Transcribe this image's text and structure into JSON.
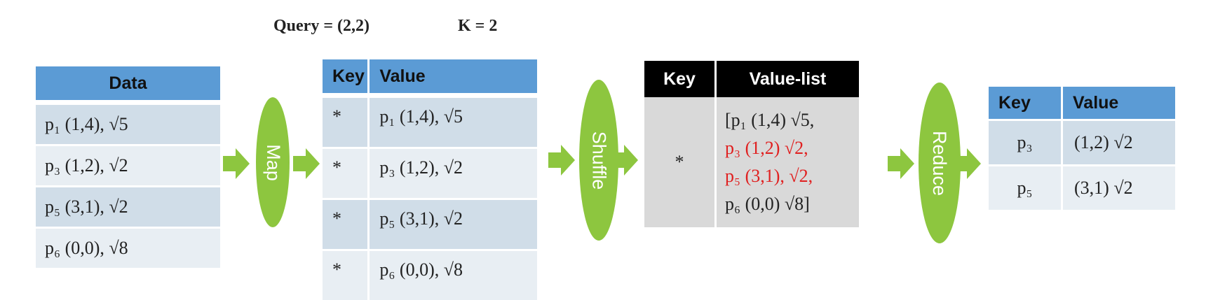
{
  "query": {
    "point": "Query = (2,2)",
    "k": "K = 2"
  },
  "data_table": {
    "header": "Data",
    "rows": [
      "p₁ (1,4), √5",
      "p₃ (1,2), √2",
      "p₅ (3,1), √2",
      "p₆ (0,0), √8"
    ]
  },
  "map": {
    "label": "Map"
  },
  "map_table": {
    "headers": [
      "Key",
      "Value"
    ],
    "rows": [
      {
        "key": "*",
        "value": "p₁ (1,4), √5"
      },
      {
        "key": "*",
        "value": "p₃ (1,2), √2"
      },
      {
        "key": "*",
        "value": "p₅ (3,1), √2"
      },
      {
        "key": "*",
        "value": "p₆ (0,0), √8"
      }
    ]
  },
  "shuffle": {
    "label": "Shuffle"
  },
  "shuffle_table": {
    "headers": [
      "Key",
      "Value-list"
    ],
    "key": "*",
    "lines": [
      "[p₁ (1,4) √5,",
      "p₃ (1,2) √2,",
      "p₅ (3,1), √2,",
      "p₆ (0,0) √8]"
    ],
    "highlight_color": "#e02020"
  },
  "reduce": {
    "label": "Reduce"
  },
  "reduce_table": {
    "headers": [
      "Key",
      "Value"
    ],
    "rows": [
      {
        "key": "p₃",
        "value": "(1,2) √2"
      },
      {
        "key": "p₅",
        "value": "(3,1) √2"
      }
    ]
  },
  "colors": {
    "header_blue": "#5b9bd5",
    "ellipse_green": "#8dc63f",
    "arrow_green": "#8dc63f"
  }
}
